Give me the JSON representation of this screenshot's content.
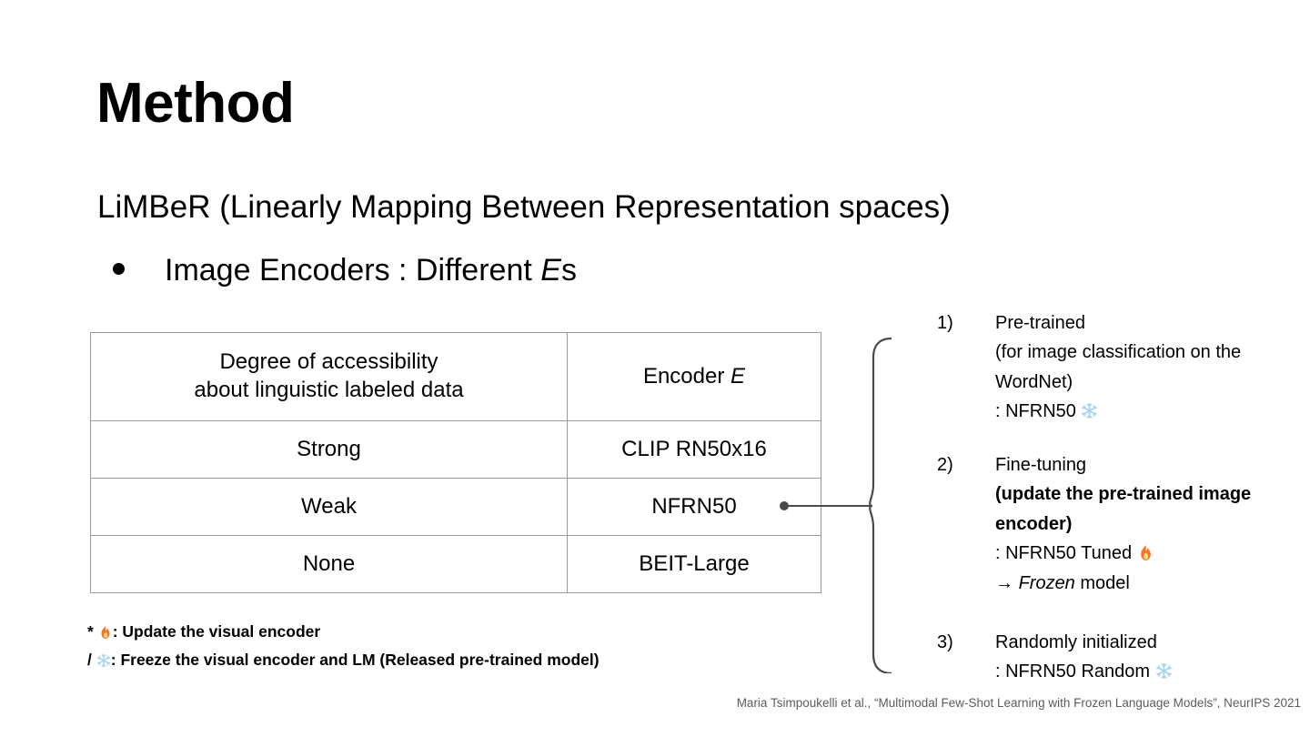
{
  "slide": {
    "title": "Method",
    "subtitle": "LiMBeR (Linearly Mapping Between Representation spaces)",
    "bullet": {
      "text_before_italic": "Image Encoders : Different ",
      "italic": "E",
      "text_after_italic": "s"
    }
  },
  "table": {
    "header": {
      "col1_line1": "Degree of accessibility",
      "col1_line2": "about linguistic labeled data",
      "col2_text": "Encoder ",
      "col2_italic": "E"
    },
    "rows": [
      {
        "accessibility": "Strong",
        "encoder": "CLIP RN50x16"
      },
      {
        "accessibility": "Weak",
        "encoder": "NFRN50"
      },
      {
        "accessibility": "None",
        "encoder": "BEIT-Large"
      }
    ]
  },
  "legend": {
    "marker_fire": "*",
    "fire_icon": "fire-emoji",
    "fire_text": ": Update the visual encoder",
    "marker_snow": "/",
    "snow_icon": "snowflake-emoji",
    "snow_text": ": Freeze the visual encoder and LM (Released pre-trained model)"
  },
  "steps": [
    {
      "number": "1)",
      "line1": "Pre-trained",
      "line2": "(for image classification on the",
      "line3": "WordNet)",
      "line4": ": NFRN50 ",
      "icon": "snowflake-emoji"
    },
    {
      "number": "2)",
      "line1": "Fine-tuning",
      "line2_bold": "(update the pre-trained image",
      "line3_bold": "encoder)",
      "line4": ": NFRN50 Tuned ",
      "icon": "fire-emoji",
      "line5_arrow": "→ ",
      "line5_italic": "Frozen",
      "line5_tail": " model"
    },
    {
      "number": "3)",
      "line1": "Randomly initialized",
      "line2": ": NFRN50 Random ",
      "icon": "snowflake-emoji"
    }
  ],
  "connector": {
    "name": "brace-connector",
    "stroke_color": "#4a4a4a"
  },
  "citation": "Maria Tsimpoukelli et al., “Multimodal Few-Shot Learning with Frozen Language Models”, NeurIPS 2021",
  "colors": {
    "text": "#000000",
    "table_border": "#9a9a9a",
    "citation": "#5c5c5c",
    "fire_outer": "#F4762A",
    "fire_inner": "#FCD9779",
    "snow": "#A5D4F0"
  }
}
